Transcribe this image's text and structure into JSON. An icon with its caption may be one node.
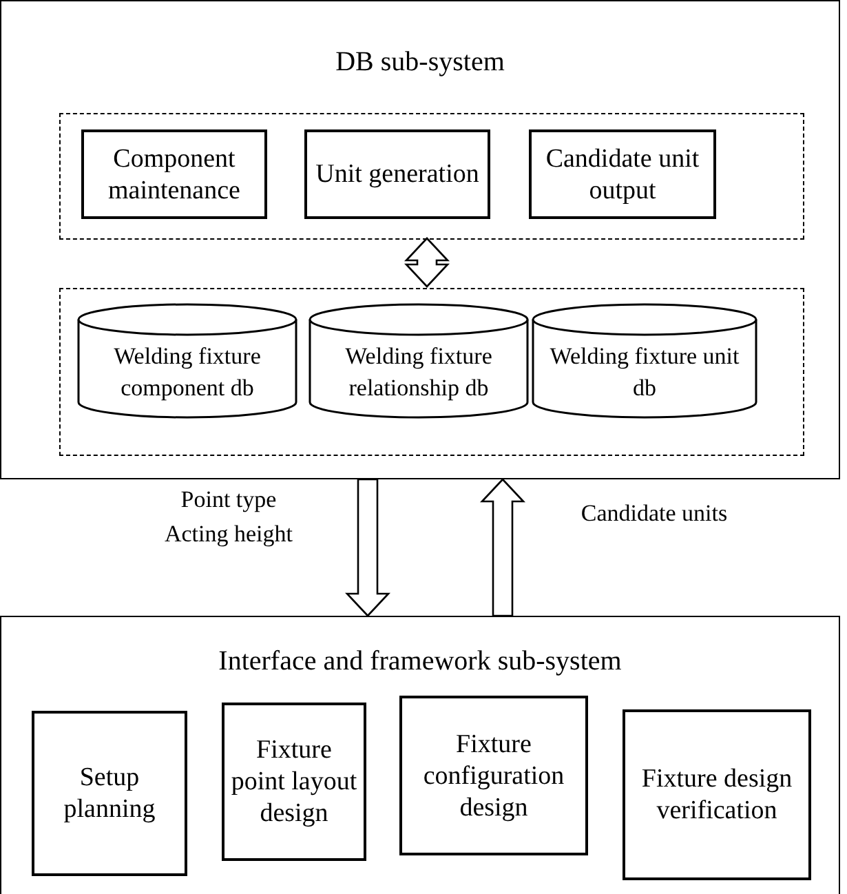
{
  "diagram": {
    "nodes": [
      {
        "text": [
          "DB sub-system"
        ]
      },
      {
        "text": [],
        "shape": "box",
        "in": 0
      },
      {
        "text": [
          "Component maintenance"
        ],
        "in": 1
      },
      {
        "text": [
          "Unit generation"
        ],
        "in": 1
      },
      {
        "text": [
          "Candidate unit output"
        ],
        "in": 1
      },
      {
        "text": [],
        "shape": "box",
        "in": 0
      },
      {
        "text": [
          "Welding fixture component db"
        ],
        "in": 5
      },
      {
        "text": [
          "Welding fixture relationship db"
        ],
        "in": 5
      },
      {
        "text": [
          "Welding fixture unit db"
        ],
        "in": 5
      },
      {
        "text": [
          "Interface and framework sub-system"
        ]
      },
      {
        "text": [
          "Setup planning"
        ],
        "in": 9
      },
      {
        "text": [
          "Fixture point layout design"
        ],
        "in": 9
      },
      {
        "text": [
          "Fixture configuration design"
        ],
        "in": 9
      },
      {
        "text": [
          "Fixture design verification"
        ],
        "in": 9
      }
    ],
    "edges": [
      {
        "from": 1,
        "to": 5,
        "arrow": "both"
      },
      {
        "from": 0,
        "to": 9,
        "arrow": "to",
        "label": "Point type Acting height"
      },
      {
        "from": 9,
        "to": 0,
        "arrow": "to",
        "label": "Candidate units"
      }
    ]
  }
}
